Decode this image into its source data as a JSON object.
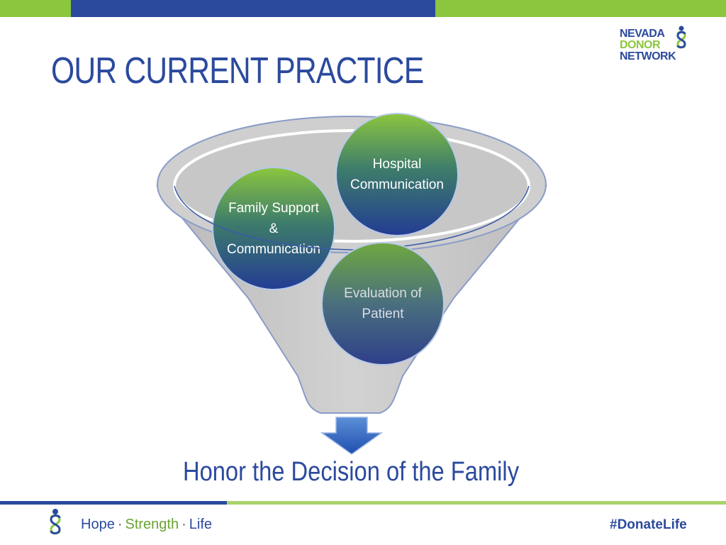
{
  "slide": {
    "title": "OUR CURRENT PRACTICE",
    "outcome": "Honor the Decision of the Family"
  },
  "logo": {
    "line1": "NEVADA",
    "line2": "DONOR",
    "line3": "NETWORK",
    "icon": "donor-ribbon-icon"
  },
  "funnel": {
    "items": [
      {
        "label_lines": [
          "Hospital",
          "Communication"
        ]
      },
      {
        "label_lines": [
          "Family Support",
          "&",
          "Communication"
        ]
      },
      {
        "label_lines": [
          "Evaluation of",
          "Patient"
        ]
      }
    ],
    "arrow_icon": "down-arrow-icon"
  },
  "footer": {
    "tagline": {
      "hope": "Hope",
      "strength": "Strength",
      "life": "Life",
      "separator": "·"
    },
    "hashtag": "#DonateLife",
    "icon": "donor-ribbon-icon"
  },
  "colors": {
    "brand_blue": "#2b4a9e",
    "brand_green": "#8cc63f",
    "light_green": "#a9d36b",
    "funnel_gray": "#c4c4c4"
  }
}
